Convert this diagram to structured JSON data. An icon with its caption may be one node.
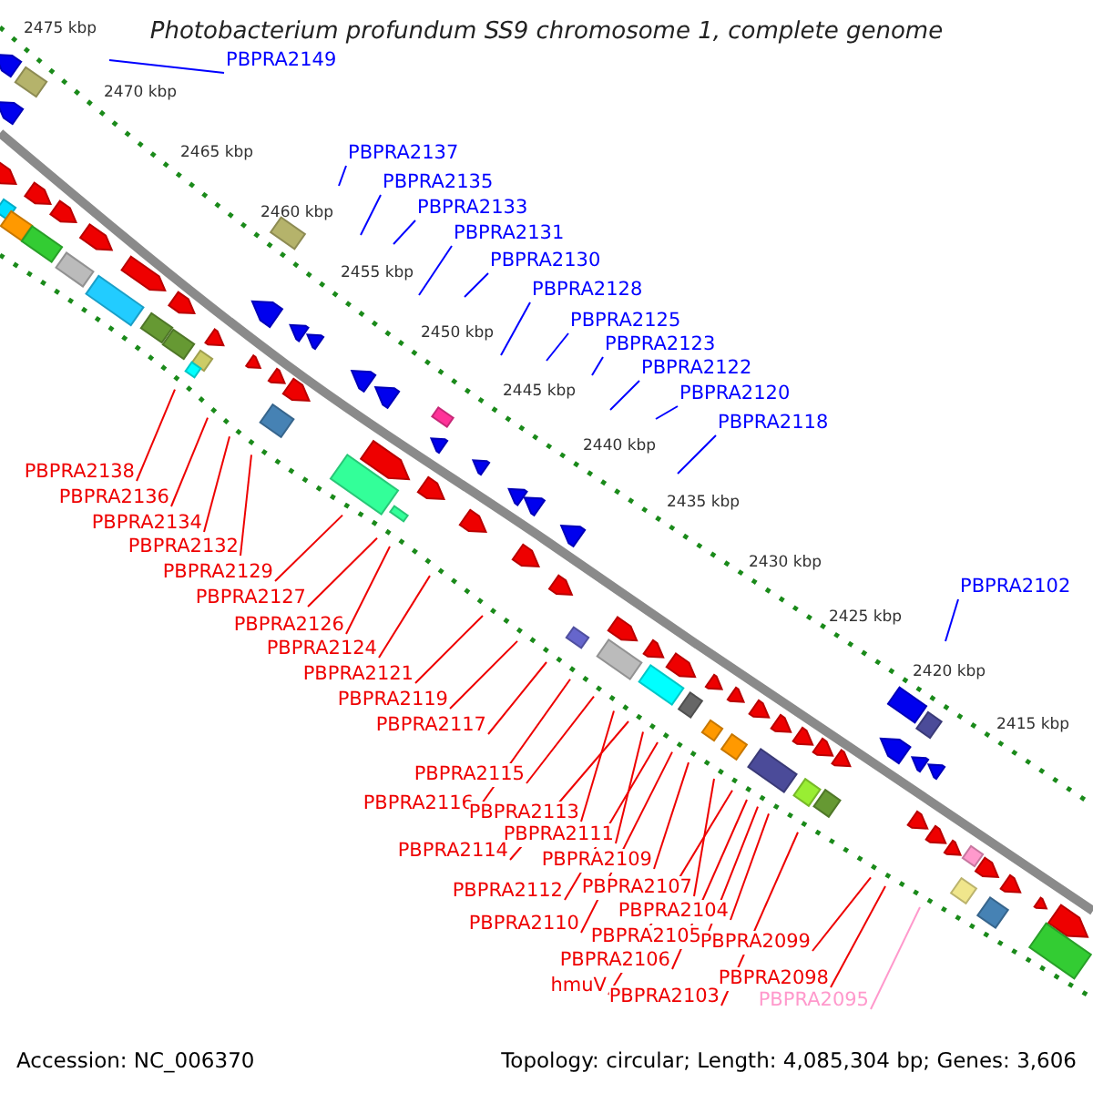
{
  "diagram": {
    "title": "Photobacterium profundum SS9 chromosome 1, complete genome",
    "nodes": [
      {
        "text": [
          "PBPRA2149"
        ]
      },
      {
        "text": [
          "PBPRA2137"
        ]
      },
      {
        "text": [
          "PBPRA2135"
        ]
      },
      {
        "text": [
          "PBPRA2133"
        ]
      },
      {
        "text": [
          "PBPRA2131"
        ]
      },
      {
        "text": [
          "PBPRA2130"
        ]
      },
      {
        "text": [
          "PBPRA2128"
        ]
      },
      {
        "text": [
          "PBPRA2125"
        ]
      },
      {
        "text": [
          "PBPRA2123"
        ]
      },
      {
        "text": [
          "PBPRA2122"
        ]
      },
      {
        "text": [
          "PBPRA2120"
        ]
      },
      {
        "text": [
          "PBPRA2118"
        ]
      },
      {
        "text": [
          "PBPRA2102"
        ]
      },
      {
        "text": [
          "PBPRA2138"
        ]
      },
      {
        "text": [
          "PBPRA2136"
        ]
      },
      {
        "text": [
          "PBPRA2134"
        ]
      },
      {
        "text": [
          "PBPRA2132"
        ]
      },
      {
        "text": [
          "PBPRA2129"
        ]
      },
      {
        "text": [
          "PBPRA2127"
        ]
      },
      {
        "text": [
          "PBPRA2126"
        ]
      },
      {
        "text": [
          "PBPRA2124"
        ]
      },
      {
        "text": [
          "PBPRA2121"
        ]
      },
      {
        "text": [
          "PBPRA2119"
        ]
      },
      {
        "text": [
          "PBPRA2117"
        ]
      },
      {
        "text": [
          "PBPRA2115"
        ]
      },
      {
        "text": [
          "PBPRA2116"
        ]
      },
      {
        "text": [
          "PBPRA2113"
        ]
      },
      {
        "text": [
          "PBPRA2111"
        ]
      },
      {
        "text": [
          "PBPRA2114"
        ]
      },
      {
        "text": [
          "PBPRA2109"
        ]
      },
      {
        "text": [
          "PBPRA2112"
        ]
      },
      {
        "text": [
          "PBPRA2107"
        ]
      },
      {
        "text": [
          "PBPRA2104"
        ]
      },
      {
        "text": [
          "PBPRA2110"
        ]
      },
      {
        "text": [
          "PBPRA2105"
        ]
      },
      {
        "text": [
          "PBPRA2099"
        ]
      },
      {
        "text": [
          "PBPRA2106"
        ]
      },
      {
        "text": [
          "hmuV"
        ]
      },
      {
        "text": [
          "PBPRA2098"
        ]
      },
      {
        "text": [
          "PBPRA2103"
        ]
      },
      {
        "text": [
          "PBPRA2095"
        ]
      }
    ],
    "edges": [
      {
        "from": 0,
        "to": null,
        "arrow": "none",
        "color": "#0000ff"
      },
      {
        "from": 1,
        "to": null,
        "arrow": "none",
        "color": "#0000ff"
      },
      {
        "from": 2,
        "to": null,
        "arrow": "none",
        "color": "#0000ff"
      },
      {
        "from": 3,
        "to": null,
        "arrow": "none",
        "color": "#0000ff"
      },
      {
        "from": 4,
        "to": null,
        "arrow": "none",
        "color": "#0000ff"
      },
      {
        "from": 5,
        "to": null,
        "arrow": "none",
        "color": "#0000ff"
      },
      {
        "from": 6,
        "to": null,
        "arrow": "none",
        "color": "#0000ff"
      },
      {
        "from": 7,
        "to": null,
        "arrow": "none",
        "color": "#0000ff"
      },
      {
        "from": 8,
        "to": null,
        "arrow": "none",
        "color": "#0000ff"
      },
      {
        "from": 9,
        "to": null,
        "arrow": "none",
        "color": "#0000ff"
      },
      {
        "from": 10,
        "to": null,
        "arrow": "none",
        "color": "#0000ff"
      },
      {
        "from": 11,
        "to": null,
        "arrow": "none",
        "color": "#0000ff"
      },
      {
        "from": 12,
        "to": null,
        "arrow": "none",
        "color": "#0000ff"
      },
      {
        "from": 13,
        "to": null,
        "arrow": "none"
      },
      {
        "from": 14,
        "to": null,
        "arrow": "none"
      },
      {
        "from": 15,
        "to": null,
        "arrow": "none"
      },
      {
        "from": 16,
        "to": null,
        "arrow": "none"
      },
      {
        "from": 17,
        "to": null,
        "arrow": "none"
      },
      {
        "from": 18,
        "to": null,
        "arrow": "none"
      },
      {
        "from": 19,
        "to": null,
        "arrow": "none"
      },
      {
        "from": 20,
        "to": null,
        "arrow": "none"
      },
      {
        "from": 21,
        "to": null,
        "arrow": "none"
      },
      {
        "from": 22,
        "to": null,
        "arrow": "none"
      },
      {
        "from": 23,
        "to": null,
        "arrow": "none"
      },
      {
        "from": 24,
        "to": null,
        "arrow": "none"
      },
      {
        "from": 25,
        "to": null,
        "arrow": "none"
      },
      {
        "from": 26,
        "to": null,
        "arrow": "none"
      },
      {
        "from": 27,
        "to": null,
        "arrow": "none"
      },
      {
        "from": 28,
        "to": null,
        "arrow": "none"
      },
      {
        "from": 29,
        "to": null,
        "arrow": "none"
      },
      {
        "from": 30,
        "to": null,
        "arrow": "none"
      },
      {
        "from": 31,
        "to": null,
        "arrow": "none"
      },
      {
        "from": 32,
        "to": null,
        "arrow": "none"
      },
      {
        "from": 33,
        "to": null,
        "arrow": "none"
      },
      {
        "from": 34,
        "to": null,
        "arrow": "none"
      },
      {
        "from": 35,
        "to": null,
        "arrow": "none"
      },
      {
        "from": 36,
        "to": null,
        "arrow": "none"
      },
      {
        "from": 37,
        "to": null,
        "arrow": "none"
      },
      {
        "from": 38,
        "to": null,
        "arrow": "none"
      },
      {
        "from": 39,
        "to": null,
        "arrow": "none"
      },
      {
        "from": 40,
        "to": null,
        "arrow": "none",
        "color": "#ff99cc"
      }
    ],
    "labels": [
      "2475 kbp",
      "2470 kbp",
      "2465 kbp",
      "2460 kbp",
      "2455 kbp",
      "2450 kbp",
      "2445 kbp",
      "2440 kbp",
      "2435 kbp",
      "2430 kbp",
      "2425 kbp",
      "2420 kbp",
      "2415 kbp",
      "Accession: NC_006370",
      "Topology: circular; Length: 4,085,304 bp; Genes: 3,606"
    ]
  }
}
